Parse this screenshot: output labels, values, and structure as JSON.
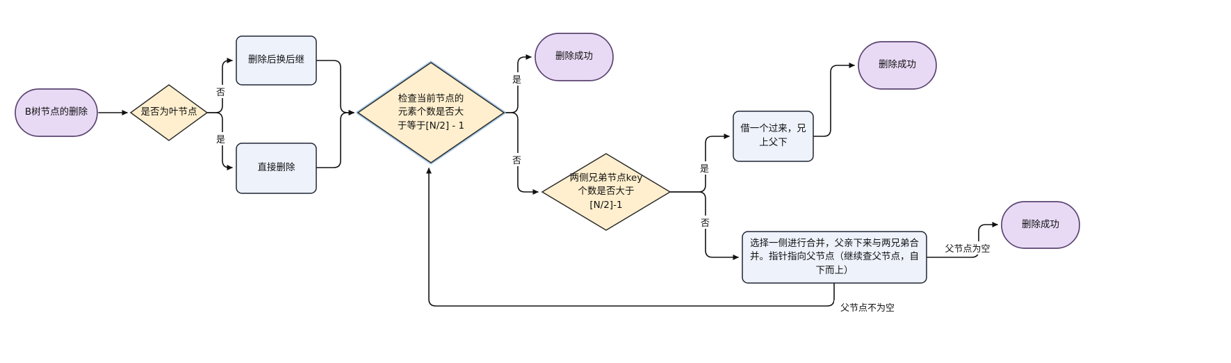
{
  "title": "B树节点删除流程图",
  "colors": {
    "stadium_fill": "#e8daf5",
    "stadium_stroke": "#5a4370",
    "diamond_fill": "#ffefce",
    "diamond_highlight": "#9dc3e6",
    "diamond_stroke": "#2b2b2b",
    "rect_fill": "#edf2fb",
    "rect_stroke": "#1f2433",
    "edge_color": "#111111"
  },
  "nodes": {
    "start": {
      "label": "B树节点的删除"
    },
    "is_leaf": {
      "label": "是否为叶节点"
    },
    "delete_successor": {
      "label": "删除后换后继"
    },
    "direct_delete": {
      "label": "直接删除"
    },
    "check_count": {
      "label": "检查当前节点的元素个数是否大于等于[N/2] - 1"
    },
    "success1": {
      "label": "删除成功"
    },
    "sibling_keys": {
      "label": "两侧兄弟节点key个数是否大于[N/2]-1"
    },
    "borrow": {
      "label": "借一个过来，兄上父下"
    },
    "success2": {
      "label": "删除成功"
    },
    "merge": {
      "label": "选择一侧进行合并，父亲下来与两兄弟合并。指针指向父节点（继续查父节点，自下而上）"
    },
    "success3": {
      "label": "删除成功"
    }
  },
  "edge_labels": {
    "no1": "否",
    "yes1": "是",
    "yes2": "是",
    "no2": "否",
    "yes3": "是",
    "no3": "否",
    "parent_empty": "父节点为空",
    "parent_not_empty": "父节点不为空"
  }
}
